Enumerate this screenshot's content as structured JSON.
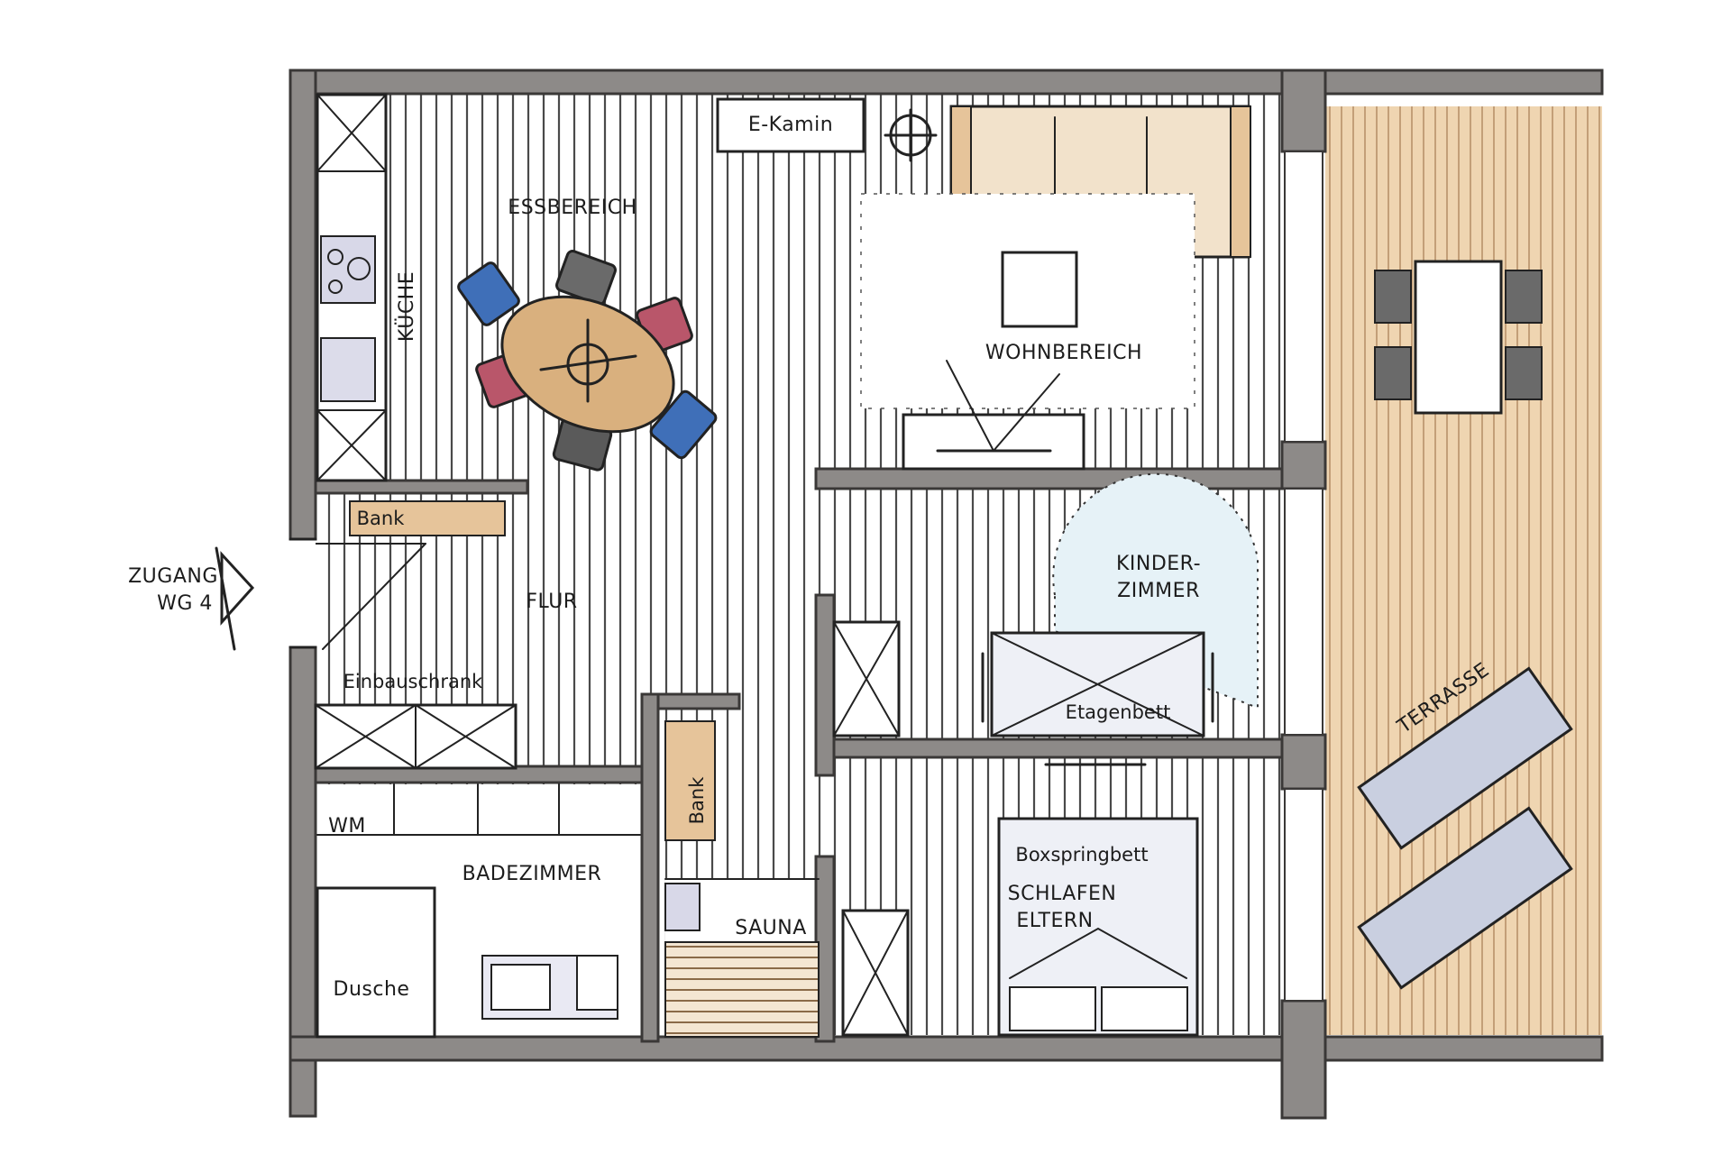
{
  "plan": {
    "labels": {
      "e_kamin": "E-Kamin",
      "essbereich": "ESSBEREICH",
      "kueche": "KÜCHE",
      "wohnbereich": "WOHNBEREICH",
      "bank_flur": "Bank",
      "flur": "FLUR",
      "zugang_line1": "ZUGANG",
      "zugang_line2": "WG 4",
      "kinder_line1": "KINDER-",
      "kinder_line2": "ZIMMER",
      "etagenbett": "Etagenbett",
      "einbauschrank": "Einbauschrank",
      "bank_sauna": "Bank",
      "wm": "WM",
      "badezimmer": "BADEZIMMER",
      "boxspringbett": "Boxspringbett",
      "schlafen_line1": "SCHLAFEN",
      "schlafen_line2": "ELTERN",
      "sauna": "SAUNA",
      "dusche": "Dusche",
      "terrasse": "TERRASSE"
    },
    "colors": {
      "wall": "#8d8a88",
      "floor_lines": "#4a4a4a",
      "terrace_wood": "#e9c9a0",
      "table_wood": "#d9b07e",
      "chair_blue": "#3f6fb8",
      "chair_red": "#b9566a",
      "chair_grey": "#5a5a5a",
      "lounger": "#c9cfe0",
      "bench_wood": "#e6c49a"
    }
  }
}
